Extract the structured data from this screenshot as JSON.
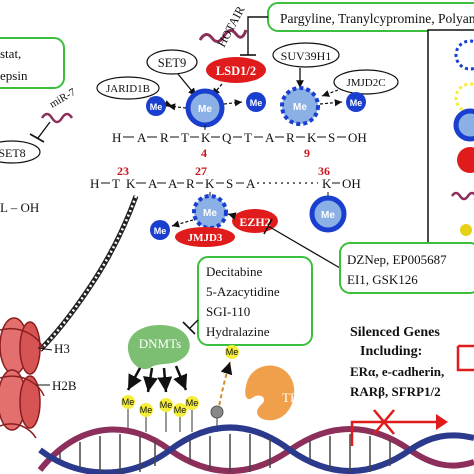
{
  "drugs_lsd1": "Pargyline, Tranylcypromine, Polyamine",
  "drugs_left_top_1": "stat,",
  "drugs_left_top_2": "epsin",
  "mirna": "miR-7",
  "lnc": "HOTAIR",
  "enzymes": {
    "set9": "SET9",
    "jarid1b": "JARID1B",
    "lsd": "LSD1/2",
    "suv": "SUV39H1",
    "jmjd2c": "JMJD2C",
    "set8": "SET8",
    "ezh2": "EZH2",
    "jmjd3": "JMJD3",
    "dnmts": "DNMTs",
    "tets": "TETs"
  },
  "me_label": "Me",
  "h3_sequence": [
    "H",
    "A",
    "R",
    "T",
    "K",
    "Q",
    "T",
    "A",
    "R",
    "K",
    "S",
    "OH"
  ],
  "h3_positions": [
    "4",
    "9"
  ],
  "h3_tail_sequence": [
    "H",
    "T",
    "K",
    "A",
    "A",
    "R",
    "K",
    "S",
    "A",
    "K",
    "OH"
  ],
  "h3_tail_positions": [
    "23",
    "27",
    "36"
  ],
  "left_fragment": "L – OH",
  "drugs_ezh2": [
    "DZNep, EP005687",
    "EI1, GSK126"
  ],
  "drugs_dnmt": [
    "Decitabine",
    "5-Azacytidine",
    "SGI-110",
    "Hydralazine"
  ],
  "histones": [
    "H3",
    "H2B"
  ],
  "silenced": {
    "title": [
      "Silenced Genes",
      "Including:"
    ],
    "genes": [
      "ERα, e-cadherin,",
      "RARβ, SFRP1/2"
    ]
  },
  "colors": {
    "red": "#e01b1b",
    "blue": "#1a3fcf",
    "light_blue": "#8bb0e6",
    "green_border": "#3cbf3c",
    "dnmt_green": "#7dbf72",
    "tet_orange": "#f0a04b",
    "me_yellow": "#f4ee3a",
    "maroon": "#8c2f5a"
  }
}
